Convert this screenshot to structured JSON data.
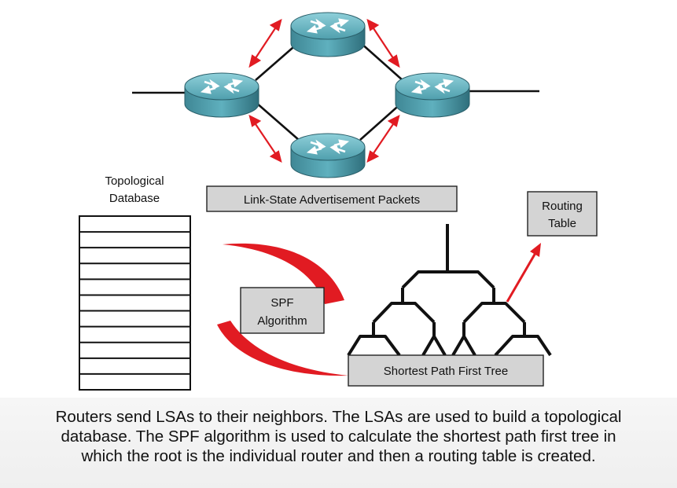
{
  "db_label_line1": "Topological",
  "db_label_line2": "Database",
  "lsa_label": "Link-State Advertisement Packets",
  "spf_line1": "SPF",
  "spf_line2": "Algorithm",
  "tree_label": "Shortest Path First Tree",
  "routing_line1": "Routing",
  "routing_line2": "Table",
  "caption_lines": [
    "Routers send LSAs to their neighbors. The LSAs are used to build a topological",
    "database. The SPF algorithm is used to calculate the shortest path first tree in",
    "which the root is the individual router and then a routing table is created."
  ],
  "colors": {
    "arrow": "#e11b22",
    "router_body": "#4f9fad",
    "label_box": "#d4d4d4"
  },
  "routers": [
    "left",
    "top",
    "right",
    "bottom"
  ],
  "db_rows": 11
}
